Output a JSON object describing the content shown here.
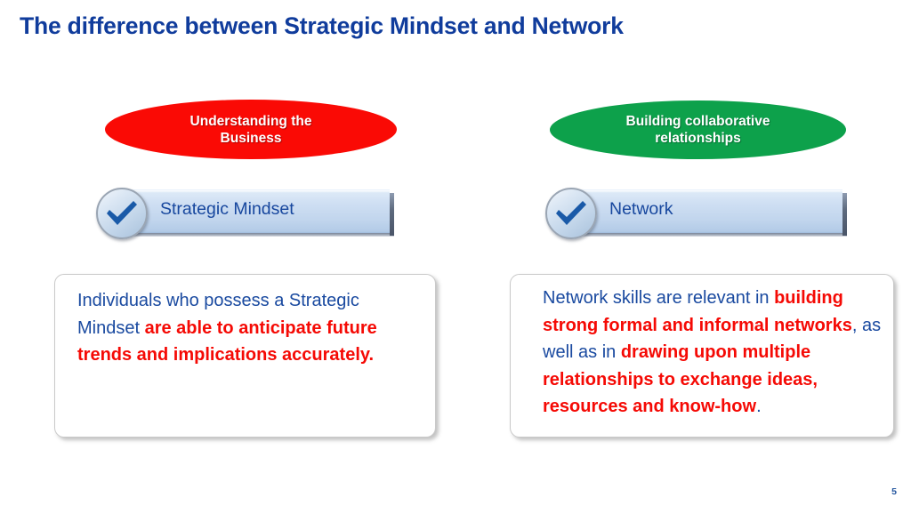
{
  "slide": {
    "title": "The difference between Strategic Mindset and Network",
    "page_number": "5",
    "colors": {
      "title_blue": "#103C9C",
      "ellipse_red": "#FA0A05",
      "ellipse_green": "#0DA14B",
      "banner_blue": "#C1D5ED",
      "body_blue": "#1A4AA0",
      "highlight_red": "#F50A05"
    }
  },
  "columns": [
    {
      "ellipse": {
        "line1": "Understanding the",
        "line2": "Business",
        "color": "#FA0A05"
      },
      "banner": {
        "label": "Strategic Mindset",
        "icon": "check-icon"
      },
      "textbox": {
        "segments": [
          {
            "text": "Individuals who possess a Strategic Mindset ",
            "bold": false
          },
          {
            "text": "are able to anticipate future trends and implications accurately.",
            "bold": true
          }
        ]
      }
    },
    {
      "ellipse": {
        "line1": "Building collaborative",
        "line2": "relationships",
        "color": "#0DA14B"
      },
      "banner": {
        "label": "Network",
        "icon": "check-icon"
      },
      "textbox": {
        "segments": [
          {
            "text": "Network skills are relevant in ",
            "bold": false
          },
          {
            "text": "building strong formal and informal networks",
            "bold": true
          },
          {
            "text": ", as well as in ",
            "bold": false
          },
          {
            "text": "drawing upon multiple relationships to exchange ideas, resources and know-how",
            "bold": true
          },
          {
            "text": ".",
            "bold": false
          }
        ]
      }
    }
  ]
}
